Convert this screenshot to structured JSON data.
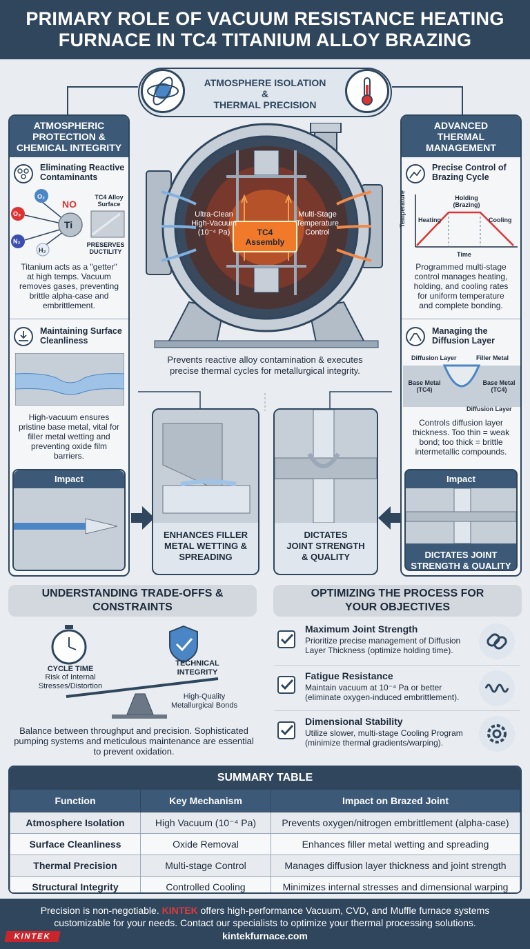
{
  "header": {
    "title_line1": "PRIMARY ROLE OF VACUUM RESISTANCE HEATING",
    "title_line2": "FURNACE IN TC4 TITANIUM ALLOY BRAZING"
  },
  "hub": {
    "line1": "ATMOSPHERE ISOLATION",
    "line2": "&",
    "line3": "THERMAL PRECISION"
  },
  "left_panel": {
    "title_line1": "ATMOSPHERIC",
    "title_line2": "PROTECTION &",
    "title_line3": "CHEMICAL INTEGRITY",
    "contam_title_line1": "Eliminating Reactive",
    "contam_title_line2": "Contaminants",
    "no_label": "NO",
    "o2": "O₂",
    "o3": "O₃",
    "n2": "N₂",
    "h2": "H₂",
    "ti": "Ti",
    "alloy_line1": "TC4 Alloy",
    "alloy_line2": "Surface",
    "preserves_line1": "PRESERVES",
    "preserves_line2": "DUCTILITY",
    "contam_text_l1": "Titanium acts as a \"getter\"",
    "contam_text_l2": "at high temps. Vacuum",
    "contam_text_l3": "removes gases, preventing",
    "contam_text_l4": "brittle alpha-case and",
    "contam_text_l5": "embrittlement.",
    "surface_title_line1": "Maintaining Surface",
    "surface_title_line2": "Cleanliness",
    "surface_text_l1": "High-vacuum ensures",
    "surface_text_l2": "pristine base metal, vital for",
    "surface_text_l3": "filler metal wetting and",
    "surface_text_l4": "preventing oxide film",
    "surface_text_l5": "barriers.",
    "impact": "Impact"
  },
  "furnace": {
    "left_label_l1": "Ultra-Clean",
    "left_label_l2": "High-Vacuum",
    "left_label_l3": "(10⁻⁴ Pa)",
    "center_l1": "TC4",
    "center_l2": "Assembly",
    "right_label_l1": "Multi-Stage",
    "right_label_l2": "Temperature",
    "right_label_l3": "Control",
    "caption_l1": "Prevents reactive alloy contamination & executes",
    "caption_l2": "precise thermal cycles for metallurgical integrity."
  },
  "right_panel": {
    "title_line1": "ADVANCED",
    "title_line2": "THERMAL",
    "title_line3": "MANAGEMENT",
    "cycle_title_line1": "Precise Control of",
    "cycle_title_line2": "Brazing Cycle",
    "axis_y": "Temperature",
    "axis_x": "Time",
    "heating": "Heating",
    "holding_l1": "Holding",
    "holding_l2": "(Brazing)",
    "cooling": "Cooling",
    "cycle_text_l1": "Programmed multi-stage",
    "cycle_text_l2": "control manages heating,",
    "cycle_text_l3": "holding, and cooling rates",
    "cycle_text_l4": "for uniform temperature",
    "cycle_text_l5": "and complete bonding.",
    "diff_title_line1": "Managing the",
    "diff_title_line2": "Diffusion Layer",
    "diff_layer": "Diffusion Layer",
    "filler": "Filler Metal",
    "base_l1": "Base Metal",
    "base_l2": "(TC4)",
    "diff_layer2": "Diffusion Layer",
    "diff_text_l1": "Controls diffusion layer",
    "diff_text_l2": "thickness. Too thin = weak",
    "diff_text_l3": "bond; too thick = brittle",
    "diff_text_l4": "intermetallic compounds.",
    "impact": "Impact",
    "impact_label_l1": "DICTATES JOINT",
    "impact_label_l2": "STRENGTH & QUALITY"
  },
  "cards": {
    "wetting_l1": "ENHANCES FILLER",
    "wetting_l2": "METAL WETTING &",
    "wetting_l3": "SPREADING",
    "strength_l1": "DICTATES",
    "strength_l2": "JOINT STRENGTH",
    "strength_l3": "& QUALITY"
  },
  "tradeoffs": {
    "title_l1": "UNDERSTANDING TRADE-OFFS &",
    "title_l2": "CONSTRAINTS",
    "cycle_time": "CYCLE TIME",
    "risk_l1": "Risk of Internal",
    "risk_l2": "Stresses/Distortion",
    "tech_l1": "TECHNICAL",
    "tech_l2": "INTEGRITY",
    "hq_l1": "High-Quality",
    "hq_l2": "Metallurgical Bonds",
    "text_l1": "Balance between throughput and precision. Sophisticated",
    "text_l2": "pumping systems and meticulous maintenance are essential",
    "text_l3": "to prevent oxidation."
  },
  "optimizing": {
    "title_l1": "OPTIMIZING THE PROCESS FOR",
    "title_l2": "YOUR OBJECTIVES",
    "items": [
      {
        "title": "Maximum Joint Strength",
        "l1": "Prioritize precise management of Diffusion",
        "l2": "Layer Thickness (optimize holding time)."
      },
      {
        "title": "Fatigue Resistance",
        "l1": "Maintain vacuum at 10⁻⁴ Pa or better",
        "l2": "(eliminate oxygen-induced embrittlement)."
      },
      {
        "title": "Dimensional Stability",
        "l1": "Utilize slower, multi-stage Cooling Program",
        "l2": "(minimize thermal gradients/warping)."
      }
    ]
  },
  "summary": {
    "title": "SUMMARY TABLE",
    "headers": [
      "Function",
      "Key Mechanism",
      "Impact on Brazed Joint"
    ],
    "rows": [
      [
        "Atmosphere Isolation",
        "High Vacuum (10⁻⁴ Pa)",
        "Prevents oxygen/nitrogen embrittlement (alpha-case)"
      ],
      [
        "Surface Cleanliness",
        "Oxide Removal",
        "Enhances filler metal wetting and spreading"
      ],
      [
        "Thermal Precision",
        "Multi-stage Control",
        "Manages diffusion layer thickness and joint strength"
      ],
      [
        "Structural Integrity",
        "Controlled Cooling",
        "Minimizes internal stresses and dimensional warping"
      ]
    ]
  },
  "footer": {
    "l1_pre": "Precision is non-negotiable.",
    "brand": "KINTEK",
    "l1_post": "offers high-performance Vacuum, CVD, and Muffle furnace systems",
    "l2": "customizable for your needs. Contact our specialists to optimize your thermal processing solutions.",
    "url": "kintekfurnace.com",
    "logo": "KINTEK"
  }
}
